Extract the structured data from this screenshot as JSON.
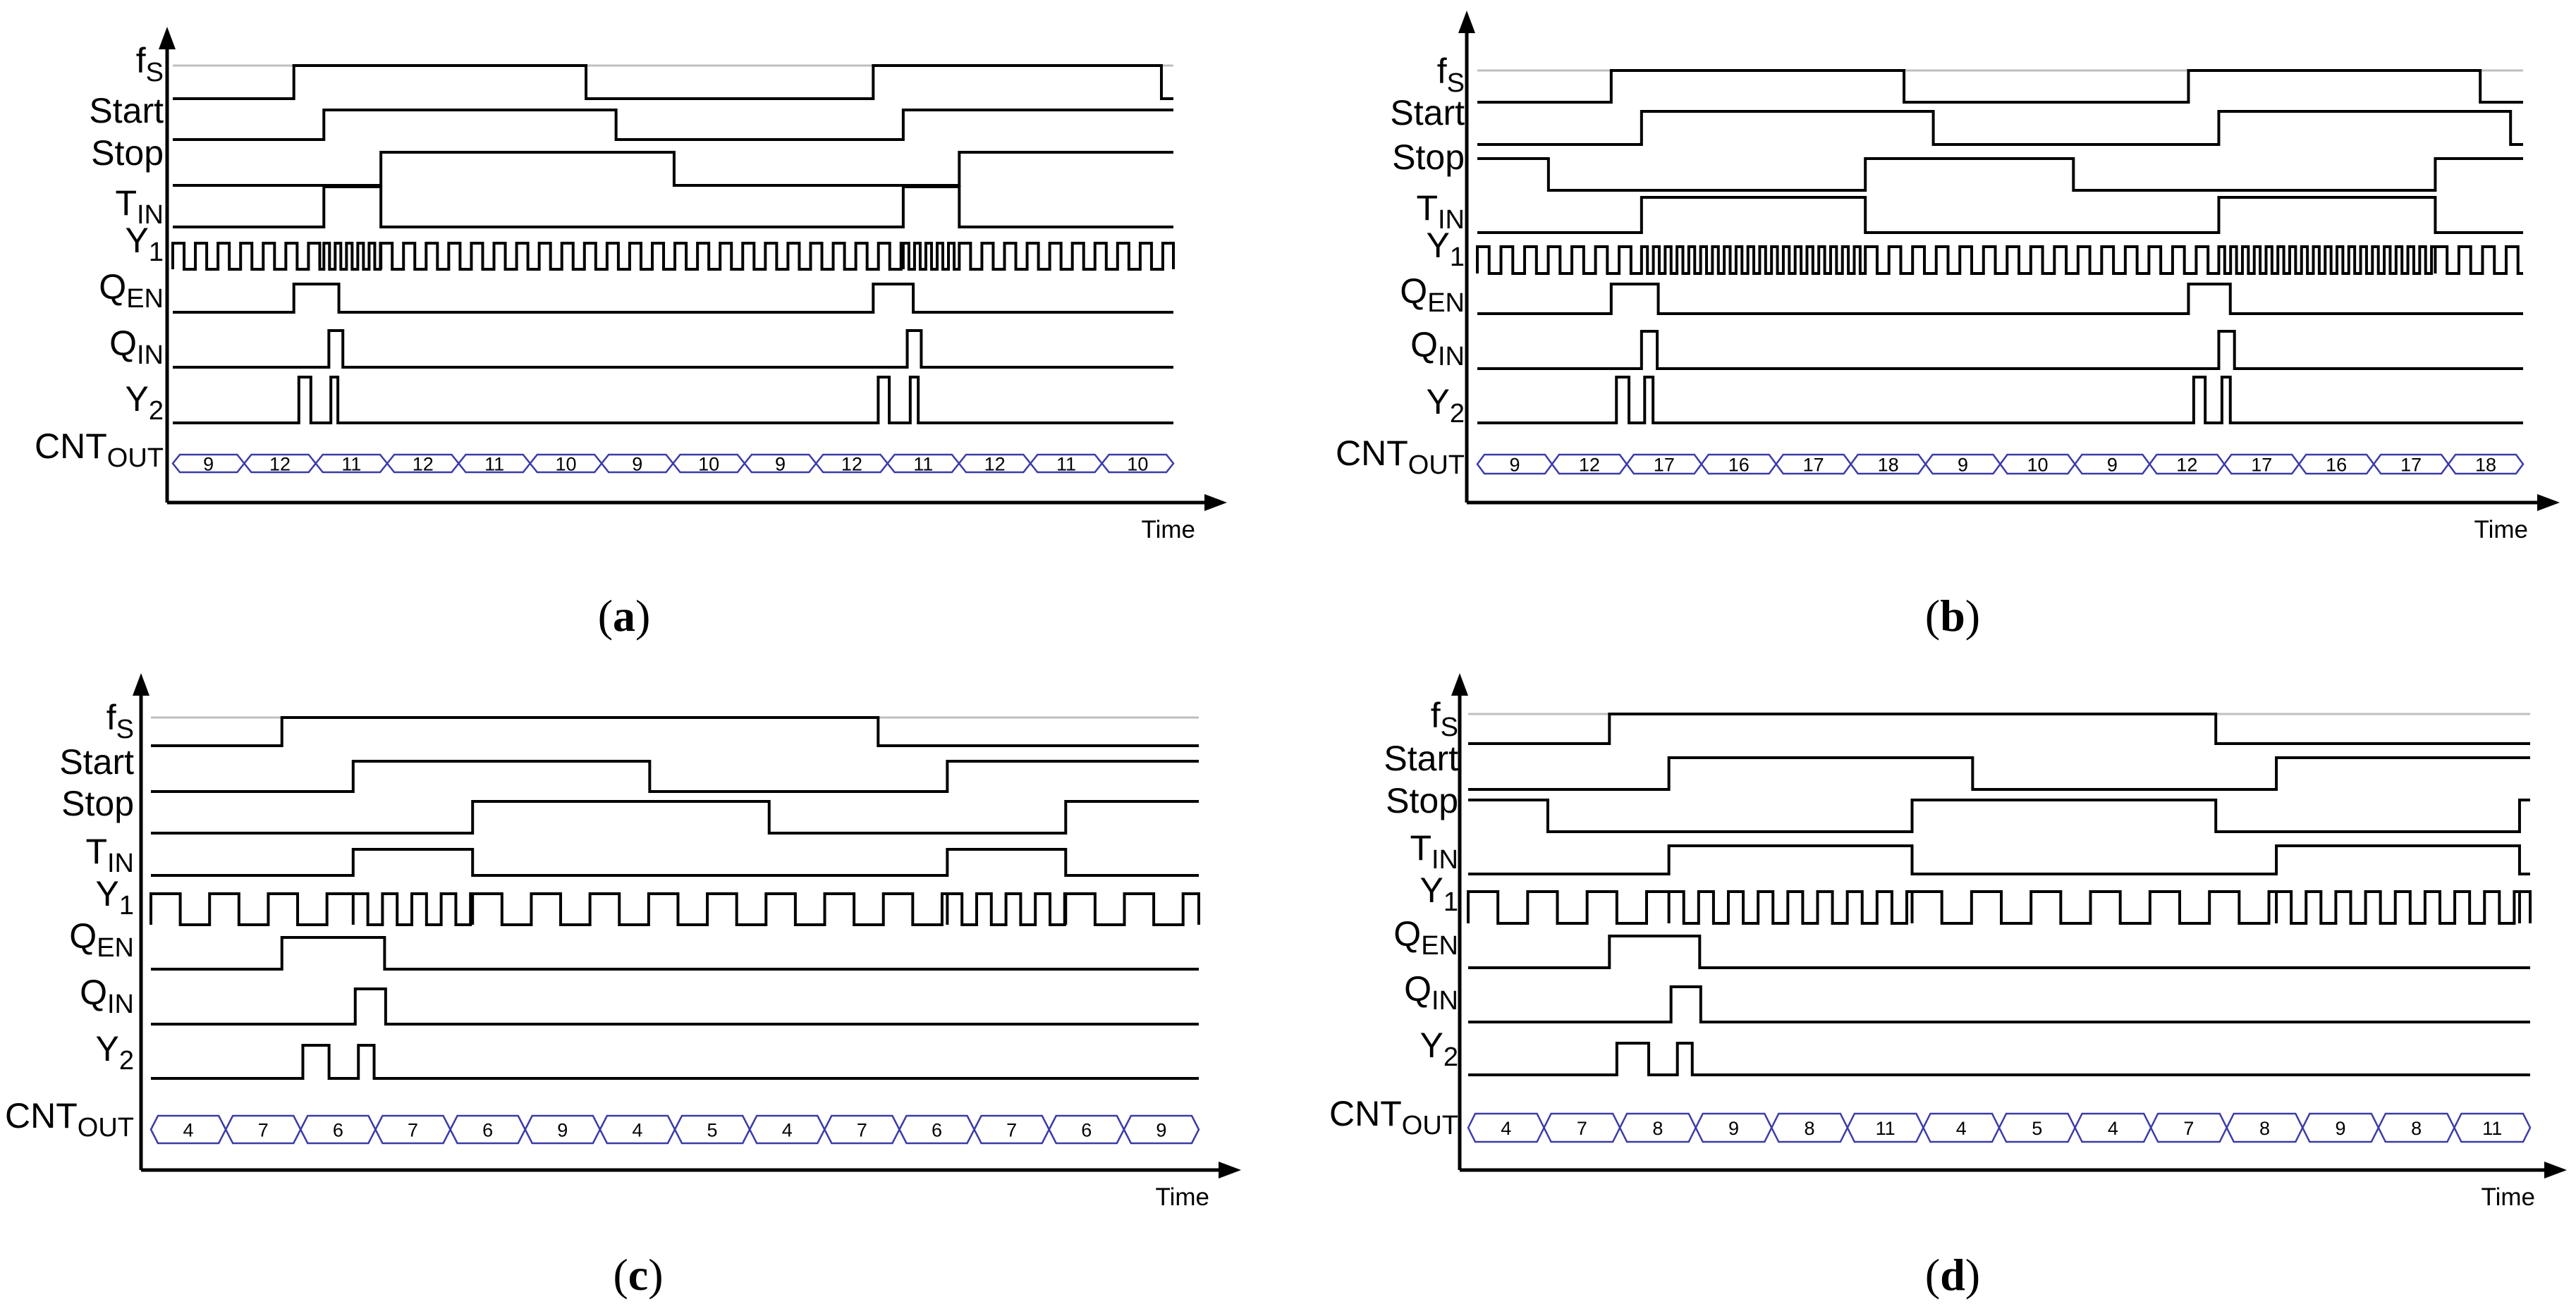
{
  "figure": {
    "time_axis_label": "Time",
    "signals": [
      {
        "key": "fs",
        "main": "f",
        "sub": "S"
      },
      {
        "key": "start",
        "main": "Start",
        "sub": ""
      },
      {
        "key": "stop",
        "main": "Stop",
        "sub": ""
      },
      {
        "key": "tin",
        "main": "T",
        "sub": "IN"
      },
      {
        "key": "y1",
        "main": "Y",
        "sub": "1"
      },
      {
        "key": "qen",
        "main": "Q",
        "sub": "EN"
      },
      {
        "key": "qin",
        "main": "Q",
        "sub": "IN"
      },
      {
        "key": "y2",
        "main": "Y",
        "sub": "2"
      },
      {
        "key": "cnt",
        "main": "CNT",
        "sub": "OUT"
      }
    ],
    "panels": [
      {
        "id": "a",
        "caption_letter": "a",
        "cnt_values": [
          "9",
          "12",
          "11",
          "12",
          "11",
          "10",
          "9",
          "10",
          "9",
          "12",
          "11",
          "12",
          "11",
          "10"
        ],
        "waves": {
          "fs": {
            "init": 0,
            "edges": [
              0.121,
              0.413,
              0.7,
              0.988
            ]
          },
          "start": {
            "init": 0,
            "edges": [
              0.151,
              0.443,
              0.73,
              1.008
            ]
          },
          "stop": {
            "init": 0,
            "edges": [
              0.208,
              0.501,
              0.786
            ]
          },
          "tin": {
            "init": 0,
            "edges": [
              0.151,
              0.208,
              0.73,
              0.786
            ]
          },
          "qen": {
            "init": 0,
            "edges": [
              0.121,
              0.166,
              0.7,
              0.74
            ]
          },
          "qin": {
            "init": 0,
            "edges": [
              0.156,
              0.17,
              0.734,
              0.748
            ]
          },
          "y2": {
            "init": 0,
            "edges": [
              0.126,
              0.138,
              0.158,
              0.165,
              0.705,
              0.716,
              0.737,
              0.745
            ]
          },
          "y1": {
            "phases": [
              {
                "start": 0,
                "period": 0.0226
              },
              {
                "start": 0.151,
                "period": 0.0113
              },
              {
                "start": 0.208,
                "period": 0.0226
              },
              {
                "start": 0.73,
                "period": 0.0113
              },
              {
                "start": 0.786,
                "period": 0.0226
              }
            ]
          }
        }
      },
      {
        "id": "b",
        "caption_letter": "b",
        "cnt_values": [
          "9",
          "12",
          "17",
          "16",
          "17",
          "18",
          "9",
          "10",
          "9",
          "12",
          "17",
          "16",
          "17",
          "18"
        ],
        "waves": {
          "fs": {
            "init": 0,
            "edges": [
              0.128,
              0.408,
              0.68,
              0.959
            ]
          },
          "start": {
            "init": 0,
            "edges": [
              0.157,
              0.436,
              0.709,
              0.988
            ]
          },
          "stop": {
            "init": 1,
            "edges": [
              0.068,
              0.371,
              0.57,
              0.916
            ]
          },
          "tin": {
            "init": 0,
            "edges": [
              0.157,
              0.371,
              0.709,
              0.916
            ]
          },
          "qen": {
            "init": 0,
            "edges": [
              0.128,
              0.173,
              0.68,
              0.72
            ]
          },
          "qin": {
            "init": 0,
            "edges": [
              0.157,
              0.172,
              0.709,
              0.724
            ]
          },
          "y2": {
            "init": 0,
            "edges": [
              0.133,
              0.145,
              0.16,
              0.168,
              0.685,
              0.696,
              0.712,
              0.72
            ]
          },
          "y1": {
            "phases": [
              {
                "start": 0,
                "period": 0.0226
              },
              {
                "start": 0.157,
                "period": 0.0113
              },
              {
                "start": 0.371,
                "period": 0.0226
              },
              {
                "start": 0.709,
                "period": 0.0113
              },
              {
                "start": 0.916,
                "period": 0.0226
              }
            ]
          }
        }
      },
      {
        "id": "c",
        "caption_letter": "c",
        "cnt_values": [
          "4",
          "7",
          "6",
          "7",
          "6",
          "9",
          "4",
          "5",
          "4",
          "7",
          "6",
          "7",
          "6",
          "9"
        ],
        "waves": {
          "fs": {
            "init": 0,
            "edges": [
              0.125,
              0.694
            ]
          },
          "start": {
            "init": 0,
            "edges": [
              0.193,
              0.476,
              0.76
            ]
          },
          "stop": {
            "init": 0,
            "edges": [
              0.307,
              0.59,
              0.873
            ]
          },
          "tin": {
            "init": 0,
            "edges": [
              0.193,
              0.307,
              0.76,
              0.873
            ]
          },
          "qen": {
            "init": 0,
            "edges": [
              0.125,
              0.223
            ]
          },
          "qin": {
            "init": 0,
            "edges": [
              0.195,
              0.224
            ]
          },
          "y2": {
            "init": 0,
            "edges": [
              0.145,
              0.17,
              0.198,
              0.213
            ]
          },
          "y1": {
            "phases": [
              {
                "start": 0,
                "period": 0.056
              },
              {
                "start": 0.193,
                "period": 0.028
              },
              {
                "start": 0.307,
                "period": 0.056
              },
              {
                "start": 0.76,
                "period": 0.028
              },
              {
                "start": 0.873,
                "period": 0.056
              }
            ]
          }
        }
      },
      {
        "id": "d",
        "caption_letter": "d",
        "cnt_values": [
          "4",
          "7",
          "8",
          "9",
          "8",
          "11",
          "4",
          "5",
          "4",
          "7",
          "8",
          "9",
          "8",
          "11"
        ],
        "waves": {
          "fs": {
            "init": 0,
            "edges": [
              0.133,
              0.704
            ]
          },
          "start": {
            "init": 0,
            "edges": [
              0.189,
              0.475,
              0.761
            ]
          },
          "stop": {
            "init": 1,
            "edges": [
              0.075,
              0.418,
              0.704,
              0.99
            ]
          },
          "tin": {
            "init": 0,
            "edges": [
              0.189,
              0.418,
              0.761,
              0.99
            ]
          },
          "qen": {
            "init": 0,
            "edges": [
              0.133,
              0.218
            ]
          },
          "qin": {
            "init": 0,
            "edges": [
              0.191,
              0.219
            ]
          },
          "y2": {
            "init": 0,
            "edges": [
              0.14,
              0.17,
              0.197,
              0.211
            ]
          },
          "y1": {
            "phases": [
              {
                "start": 0,
                "period": 0.056
              },
              {
                "start": 0.189,
                "period": 0.028
              },
              {
                "start": 0.418,
                "period": 0.056
              },
              {
                "start": 0.761,
                "period": 0.028
              },
              {
                "start": 0.99,
                "period": 0.056
              }
            ]
          }
        }
      }
    ],
    "colors": {
      "trace": "#000000",
      "bus": "#3b3ba8",
      "reference_line": "#bfbfbf"
    }
  }
}
